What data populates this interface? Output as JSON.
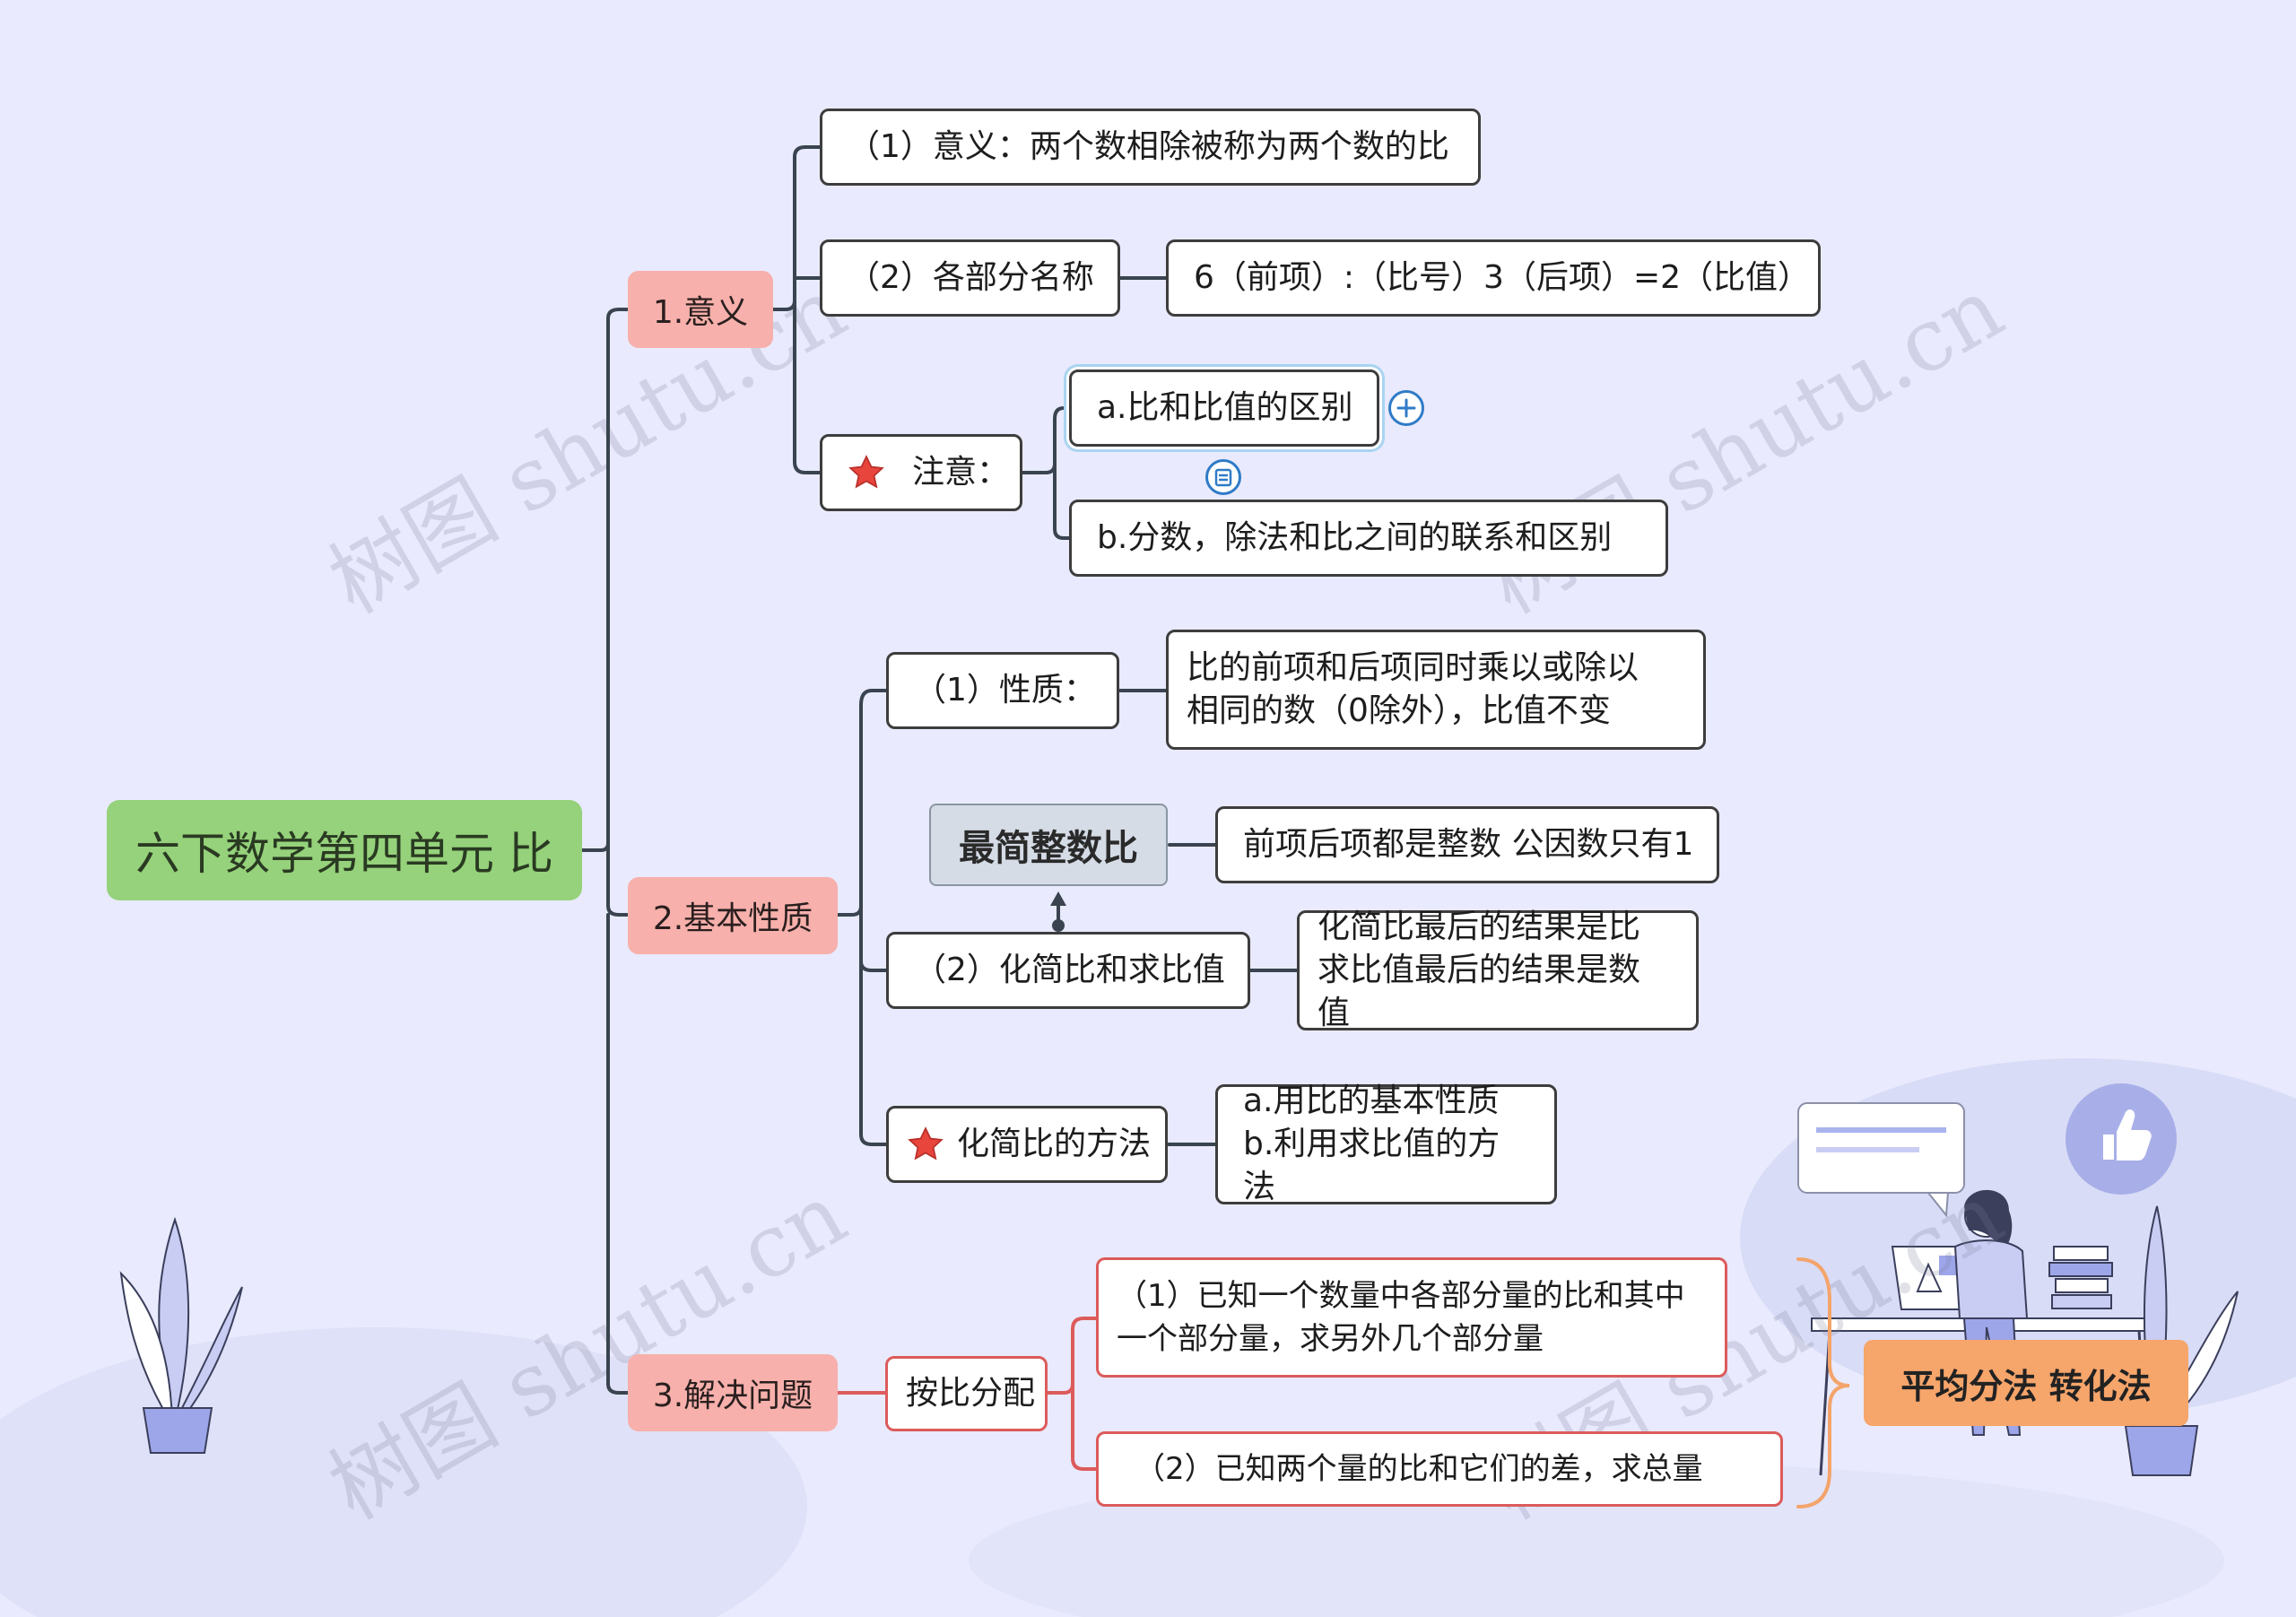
{
  "root": {
    "label": "六下数学第四单元 比"
  },
  "branches": [
    {
      "label": "1.意义",
      "children": [
        {
          "label": "（1）意义：两个数相除被称为两个数的比"
        },
        {
          "label": "（2）各部分名称",
          "detail": "6（前项）:（比号）3（后项）=2（比值）"
        },
        {
          "label": "注意：",
          "icon": "star-icon",
          "sub": [
            "a.比和比值的区别",
            "b.分数，除法和比之间的联系和区别"
          ]
        }
      ]
    },
    {
      "label": "2.基本性质",
      "children": [
        {
          "label": "（1）性质：",
          "detail": [
            "比的前项和后项同时乘以或除以",
            "相同的数（0除外），比值不变"
          ]
        },
        {
          "label": "最简整数比",
          "detail": "前项后项都是整数 公因数只有1"
        },
        {
          "label": "（2）化简比和求比值",
          "detail": [
            "化简比最后的结果是比",
            "求比值最后的结果是数值"
          ]
        },
        {
          "label": "化简比的方法",
          "icon": "star-icon",
          "detail": [
            "a.用比的基本性质",
            "b.利用求比值的方法"
          ]
        }
      ]
    },
    {
      "label": "3.解决问题",
      "children": [
        {
          "label": "按比分配",
          "sub": [
            "（1）已知一个数量中各部分量的比和其中 一个部分量，求另外几个部分量",
            "（2）已知两个量的比和它们的差，求总量"
          ]
        }
      ]
    }
  ],
  "summary": {
    "label": "平均分法 转化法"
  },
  "watermark": "树图 shutu.cn",
  "colors": {
    "background": "#e9eafd",
    "root": "#95d27b",
    "branch": "#f7b0ab",
    "line": "#3a4450",
    "red_line": "#dc5b5b",
    "summary": "#f6a56b",
    "summary_brace": "#f4a46b",
    "floating": "#d5dce6",
    "star": "#e8453c"
  }
}
